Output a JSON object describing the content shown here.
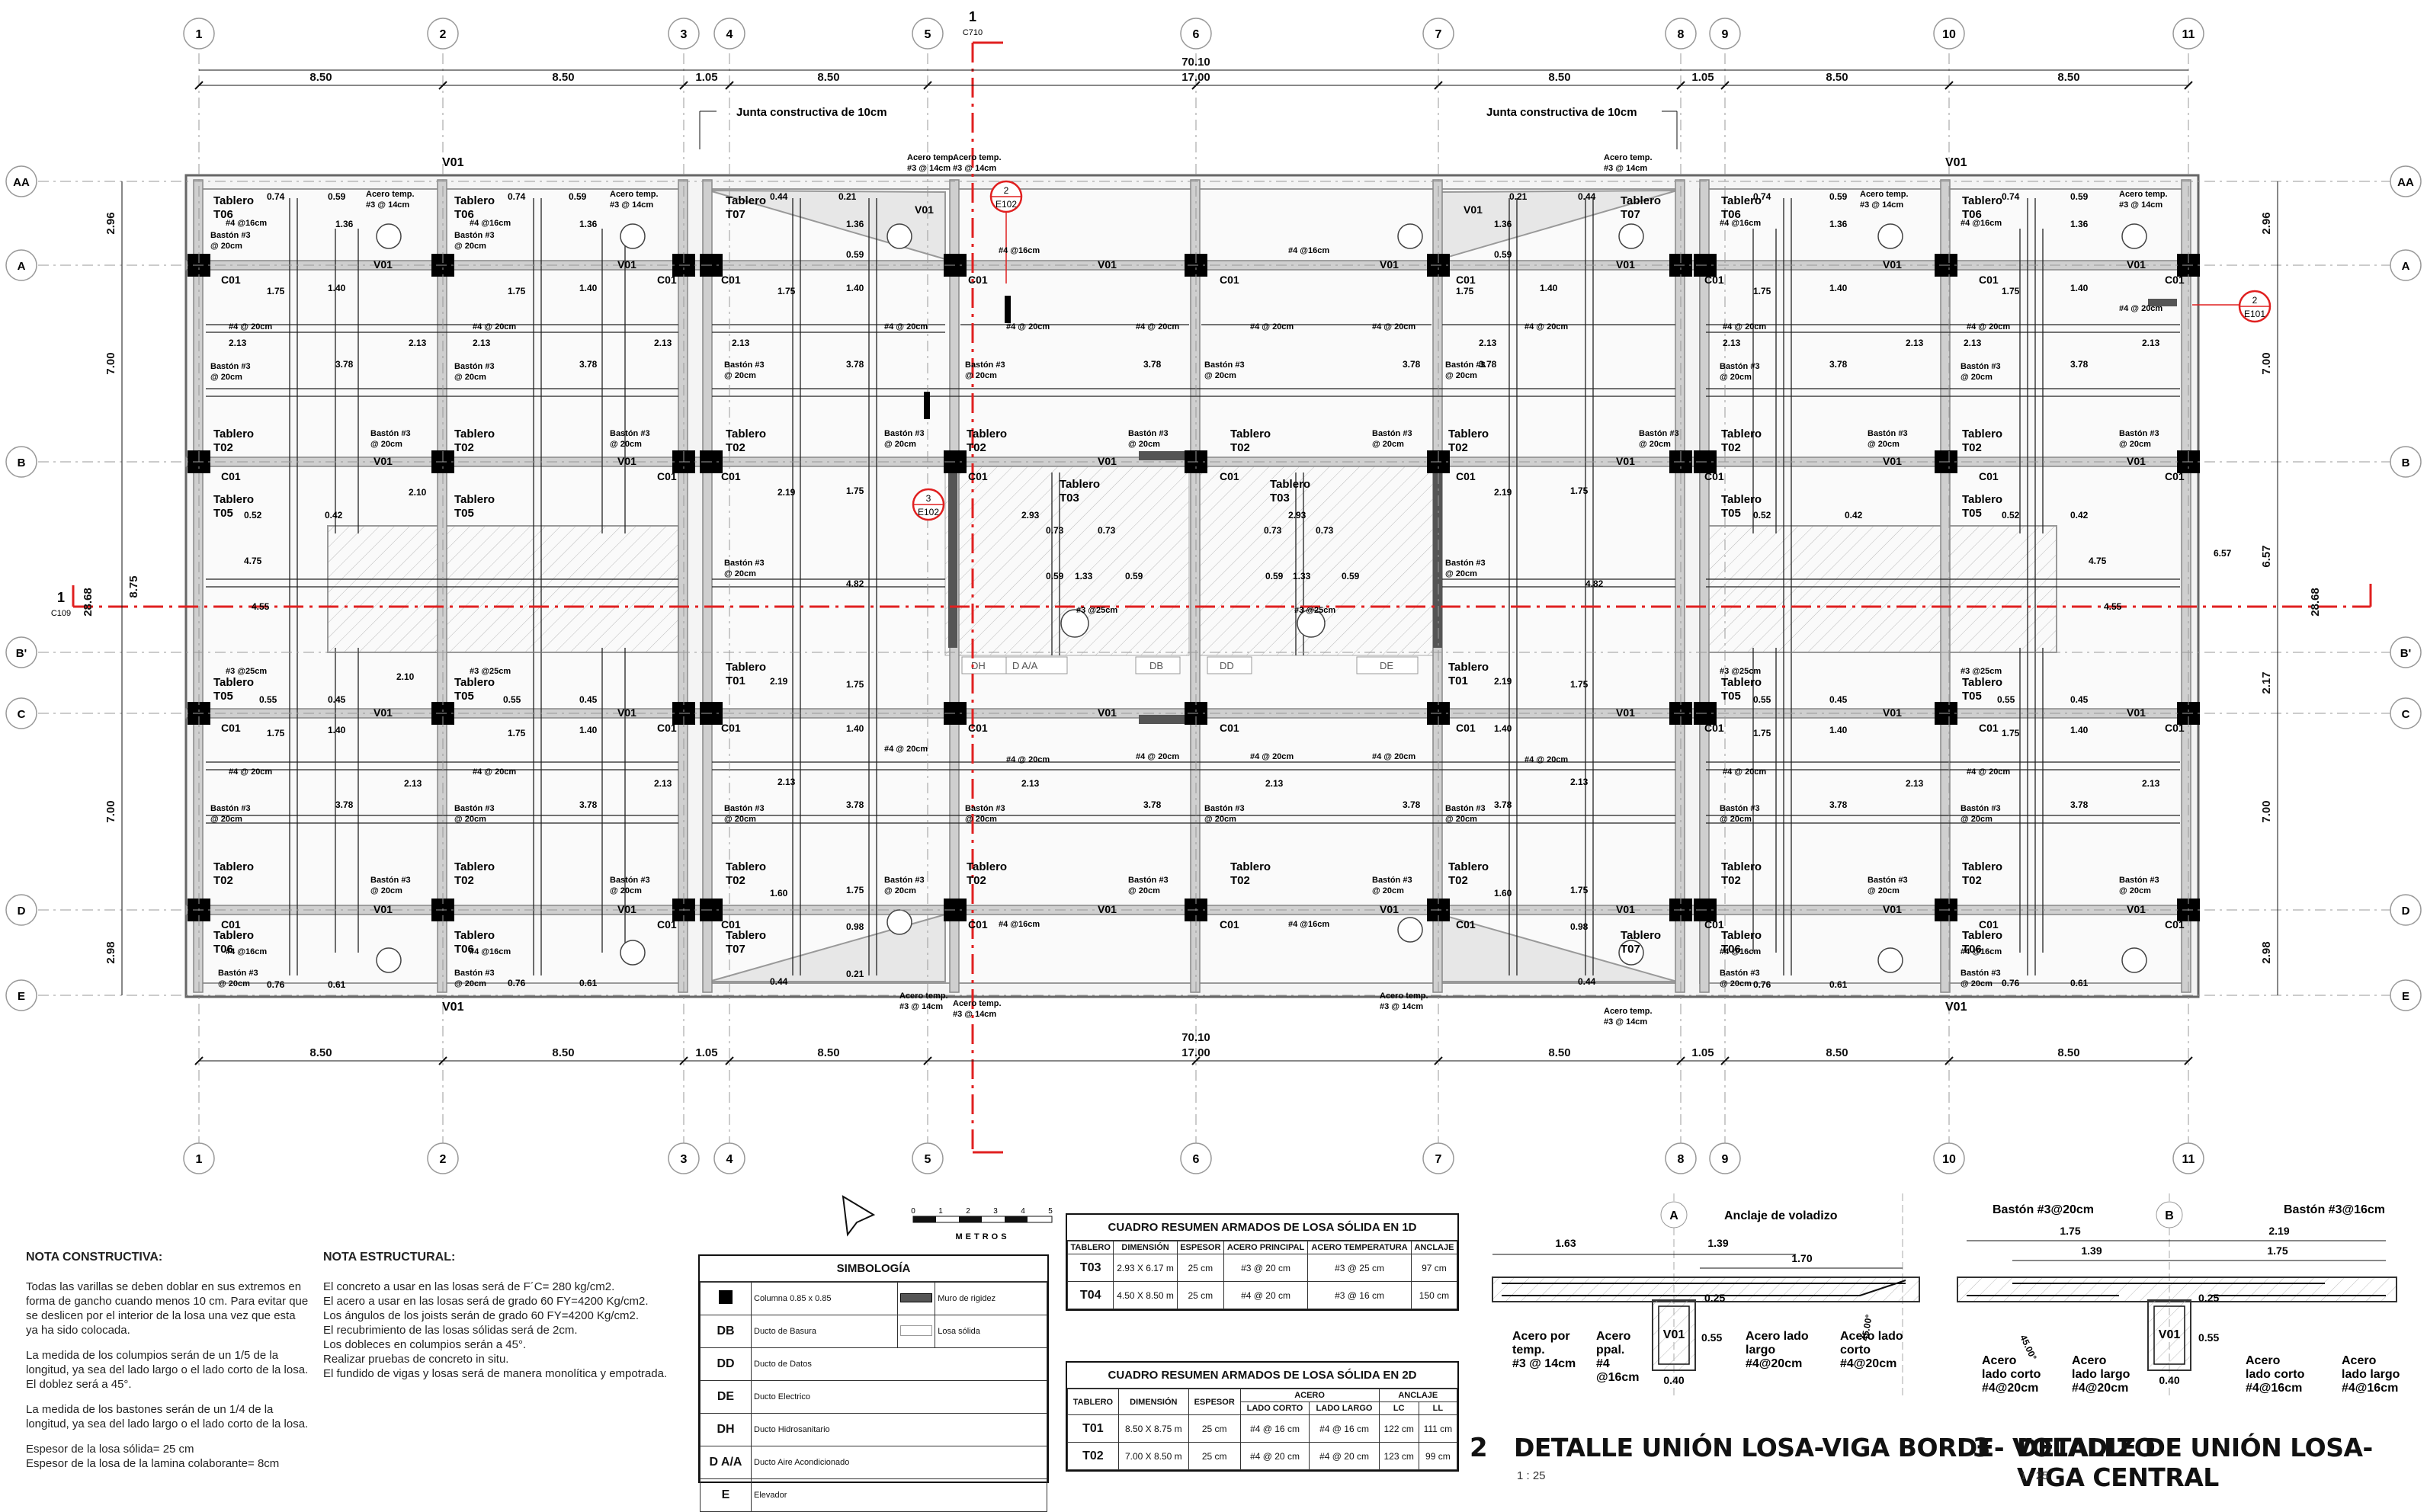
{
  "grid": {
    "cols": [
      "1",
      "2",
      "3",
      "4",
      "5",
      "6",
      "7",
      "8",
      "9",
      "10",
      "11"
    ],
    "rows": [
      "AA",
      "A",
      "B",
      "B'",
      "C",
      "D",
      "E"
    ],
    "top_dims": [
      "8.50",
      "8.50",
      "1.05",
      "8.50",
      "17.00",
      "8.50",
      "1.05",
      "8.50",
      "8.50"
    ],
    "total_dim": "70.10",
    "left_dims": [
      "2.96",
      "7.00",
      "8.75",
      "28.68",
      "7.00",
      "2.98"
    ],
    "right_dims": [
      "2.96",
      "7.00",
      "6.57",
      "28.68",
      "2.17",
      "7.00",
      "2.98"
    ]
  },
  "section": {
    "id": "1",
    "sheet": "C710",
    "sheet_left": "C109"
  },
  "labels": {
    "joint": "Junta constructiva de 10cm",
    "beam": "V01",
    "column": "C01",
    "acero_temp": "Acero temp.",
    "acero_temp_val": "#3 @ 14cm",
    "baston": "Bastón #3",
    "baston_val": "@ 20cm",
    "bar4": "#4 @ 20cm",
    "bar4b": "#4 @16cm",
    "bar3": "#3 @25cm",
    "callout_e102": "E102",
    "callout_e101": "E101",
    "callout_e102b": "E102",
    "callout_2": "2",
    "callout_3": "3"
  },
  "panels": [
    {
      "name": "Tablero",
      "id": "T06"
    },
    {
      "name": "Tablero",
      "id": "T07"
    },
    {
      "name": "Tablero",
      "id": "T02"
    },
    {
      "name": "Tablero",
      "id": "T05"
    },
    {
      "name": "Tablero",
      "id": "T01"
    },
    {
      "name": "Tablero",
      "id": "T03"
    }
  ],
  "panel_dims": [
    "0.74",
    "0.59",
    "1.36",
    "1.75",
    "1.40",
    "2.13",
    "3.78",
    "2.19",
    "0.52",
    "0.42",
    "2.10",
    "0.55",
    "0.45",
    "4.75",
    "4.55",
    "4.82",
    "2.93",
    "0.73",
    "1.33",
    "1.60",
    "0.98",
    "0.76",
    "0.61",
    "0.44",
    "0.21",
    "6.57"
  ],
  "ducts": [
    "DH",
    "D A/A",
    "DB",
    "DD",
    "DE"
  ],
  "scale_bar": {
    "ticks": [
      "0",
      "1",
      "2",
      "3",
      "4",
      "5"
    ],
    "unit": "METROS"
  },
  "nota_constructiva": {
    "title": "NOTA CONSTRUCTIVA:",
    "p1": "Todas las varillas se deben doblar en sus extremos en forma de gancho cuando menos 10 cm. Para evitar que se deslicen por el interior de la losa una vez que esta ya ha sido colocada.",
    "p2": "La medida de los columpios serán de un 1/5 de la longitud, ya sea del lado largo o el lado corto de la losa. El doblez será a 45°.",
    "p3": "La medida de los bastones serán de un 1/4 de la longitud, ya sea del lado largo o el lado corto de la losa.",
    "p4": "Espesor de la losa sólida= 25 cm",
    "p5": "Espesor de la losa de la lamina colaborante= 8cm"
  },
  "nota_estructural": {
    "title": "NOTA ESTRUCTURAL:",
    "p1": "El concreto a usar en las losas será de F´C= 280 kg/cm2.",
    "p2": "El acero a usar en las losas será de grado 60 FY=4200 Kg/cm2.",
    "p3": "Los ángulos de los joists serán de grado 60 FY=4200 Kg/cm2.",
    "p4": "El recubrimiento de las losas sólidas será de 2cm.",
    "p5": "Los dobleces en columpios serán a 45°.",
    "p6": "Realizar pruebas de concreto in situ.",
    "p7": "El fundido de vigas y losas será de manera monolítica y empotrada."
  },
  "simbologia": {
    "title": "SIMBOLOGÍA",
    "rows": [
      {
        "code": "",
        "label": "Columna 0.85 x 0.85",
        "extra": "Muro de rigidez"
      },
      {
        "code": "DB",
        "label": "Ducto de Basura",
        "extra": "Losa sólida"
      },
      {
        "code": "DD",
        "label": "Ducto de Datos",
        "extra": ""
      },
      {
        "code": "DE",
        "label": "Ducto Electrico",
        "extra": ""
      },
      {
        "code": "DH",
        "label": "Ducto Hidrosanitario",
        "extra": ""
      },
      {
        "code": "D A/A",
        "label": "Ducto Aire Acondicionado",
        "extra": ""
      },
      {
        "code": "E",
        "label": "Elevador",
        "extra": ""
      }
    ]
  },
  "table1d": {
    "title": "CUADRO RESUMEN ARMADOS DE LOSA SÓLIDA EN 1D",
    "headers": [
      "TABLERO",
      "DIMENSIÓN",
      "ESPESOR",
      "ACERO PRINCIPAL",
      "ACERO TEMPERATURA",
      "ANCLAJE"
    ],
    "rows": [
      [
        "T03",
        "2.93 X 6.17 m",
        "25 cm",
        "#3 @ 20 cm",
        "#3 @ 25 cm",
        "97 cm"
      ],
      [
        "T04",
        "4.50 X 8.50 m",
        "25 cm",
        "#4 @ 20 cm",
        "#3 @ 16 cm",
        "150 cm"
      ]
    ]
  },
  "table2d": {
    "title": "CUADRO RESUMEN ARMADOS DE LOSA SÓLIDA EN 2D",
    "h_tablero": "TABLERO",
    "h_dim": "DIMENSIÓN",
    "h_esp": "ESPESOR",
    "h_acero": "ACERO",
    "h_anclaje": "ANCLAJE",
    "h_corto": "LADO CORTO",
    "h_largo": "LADO LARGO",
    "h_lc": "LC",
    "h_ll": "LL",
    "rows": [
      [
        "T01",
        "8.50 X 8.75 m",
        "25 cm",
        "#4 @ 16 cm",
        "#4 @ 16 cm",
        "122 cm",
        "111 cm"
      ],
      [
        "T02",
        "7.00 X 8.50 m",
        "25 cm",
        "#4 @ 20 cm",
        "#4 @ 20 cm",
        "123 cm",
        "99 cm"
      ]
    ]
  },
  "detail2": {
    "num": "2",
    "title": "DETALLE UNIÓN LOSA-VIGA BORDE- VOLADIZO",
    "scale": "1 : 25",
    "axis": "A",
    "anchor": "Anclaje de voladizo",
    "d1": "1.63",
    "d2": "1.39",
    "d3": "1.70",
    "d4": "0.25",
    "d5": "0.55",
    "d6": "0.40",
    "angle": "45.00°",
    "beam": "V01",
    "l1a": "Acero por",
    "l1b": "temp.",
    "l1c": "#3 @ 14cm",
    "l2a": "Acero",
    "l2b": "ppal.",
    "l2c": "#4",
    "l2d": "@16cm",
    "l3a": "Acero lado",
    "l3b": "largo",
    "l3c": "#4@20cm",
    "l4a": "Acero lado",
    "l4b": "corto",
    "l4c": "#4@20cm"
  },
  "detail3": {
    "num": "3",
    "title": "DETALLE DE UNIÓN LOSA-VIGA CENTRAL",
    "scale": "1 : 25",
    "axis": "B",
    "b1": "Bastón #3@20cm",
    "b2": "Bastón #3@16cm",
    "d1": "1.75",
    "d2": "2.19",
    "d3": "1.39",
    "d4": "1.75",
    "d5": "0.25",
    "d6": "0.55",
    "d7": "0.40",
    "angle": "45.00°",
    "beam": "V01",
    "l1a": "Acero",
    "l1b": "lado corto",
    "l1c": "#4@20cm",
    "l2a": "Acero",
    "l2b": "lado largo",
    "l2c": "#4@20cm",
    "l3a": "Acero",
    "l3b": "lado corto",
    "l3c": "#4@16cm",
    "l4a": "Acero",
    "l4b": "lado largo",
    "l4c": "#4@16cm"
  }
}
